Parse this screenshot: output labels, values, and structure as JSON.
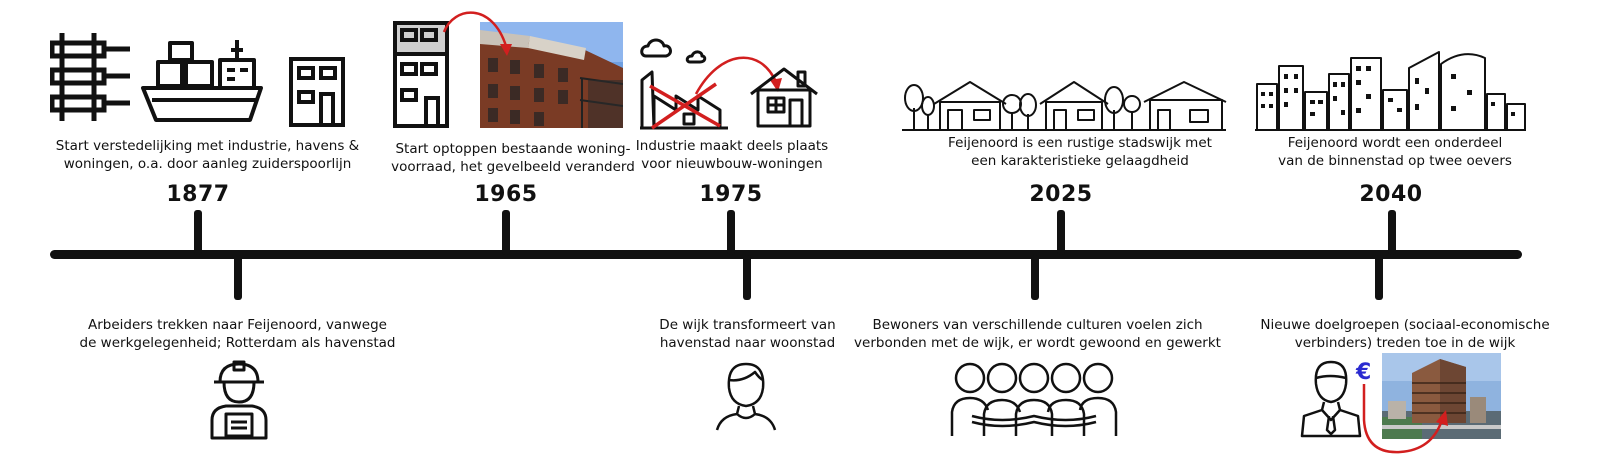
{
  "top_events": [
    {
      "year": "1877",
      "caption_lines": [
        "Start verstedelijking met industrie, havens &",
        "woningen, o.a. door aanleg zuiderspoorlijn"
      ]
    },
    {
      "year": "1965",
      "caption_lines": [
        "Start optoppen bestaande woning-",
        "voorraad, het gevelbeeld veranderd"
      ]
    },
    {
      "year": "1975",
      "caption_lines": [
        "Industrie maakt deels plaats",
        "voor nieuwbouw-woningen"
      ]
    },
    {
      "year": "2025",
      "caption_lines": [
        "Feijenoord is een rustige stadswijk met",
        "een karakteristieke gelaagdheid"
      ]
    },
    {
      "year": "2040",
      "caption_lines": [
        "Feijenoord wordt een onderdeel",
        "van de binnenstad op twee oevers"
      ]
    }
  ],
  "bottom_events": [
    {
      "caption_lines": [
        "Arbeiders trekken naar Feijenoord, vanwege",
        "de werkgelegenheid; Rotterdam als havenstad"
      ]
    },
    {
      "caption_lines": [
        "De wijk transformeert van",
        "havenstad naar woonstad"
      ]
    },
    {
      "caption_lines": [
        "Bewoners van verschillende culturen voelen zich",
        "verbonden met de wijk, er wordt gewoond en gewerkt"
      ]
    },
    {
      "caption_lines": [
        "Nieuwe doelgroepen (sociaal-economische",
        "verbinders) treden toe in de wijk"
      ]
    }
  ],
  "euro_symbol": "€",
  "colors": {
    "line": "#111111",
    "accent": "#d21f1f",
    "euro": "#2a2ad0",
    "sky": "#6f9fe0",
    "brick": "#7a3b25"
  },
  "icons": [
    "railway-track-icon",
    "cargo-ship-icon",
    "apartment-block-icon",
    "stacked-building-icon",
    "factory-demolished-icon",
    "house-icon",
    "suburban-street-icon",
    "city-skyline-icon",
    "construction-worker-icon",
    "person-icon",
    "group-of-people-icon",
    "businessman-icon"
  ]
}
